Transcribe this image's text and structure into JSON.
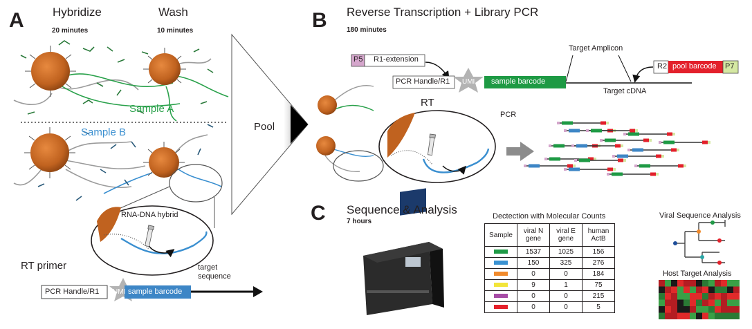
{
  "panels": {
    "a": "A",
    "b": "B",
    "c": "C"
  },
  "panel_a": {
    "hybridize_title": "Hybridize",
    "hybridize_time": "20 minutes",
    "wash_title": "Wash",
    "wash_time": "10 minutes",
    "sample_a": "Sample A",
    "sample_b": "Sample B",
    "hybrid_label": "RNA-DNA hybrid",
    "rt_primer_title": "RT primer",
    "primer": {
      "handle": "PCR Handle/R1",
      "umi": "UMI",
      "barcode": "sample barcode",
      "target": "target sequence"
    }
  },
  "pool_label": "Pool",
  "panel_b": {
    "title": "Reverse Transcription + Library PCR",
    "time": "180 minutes",
    "p5": "P5",
    "r1_extension": "R1-extension",
    "handle": "PCR Handle/R1",
    "umi": "UMI",
    "barcode": "sample barcode",
    "target_amplicon": "Target Amplicon",
    "r2": "R2",
    "pool_barcode": "pool barcode",
    "p7": "P7",
    "target_cdna": "Target cDNA",
    "rt_label": "RT",
    "pcr_label": "PCR"
  },
  "panel_c": {
    "title": "Sequence & Analysis",
    "time": "7 hours",
    "table_title": "Dectection with Molecular Counts",
    "columns": [
      "Sample",
      "viral N gene",
      "viral E gene",
      "human ActB"
    ],
    "rows": [
      {
        "color": "#1f9a46",
        "values": [
          "1537",
          "1025",
          "156"
        ]
      },
      {
        "color": "#3a92d2",
        "values": [
          "150",
          "325",
          "276"
        ]
      },
      {
        "color": "#f08a2c",
        "values": [
          "0",
          "0",
          "184"
        ]
      },
      {
        "color": "#f2e53a",
        "values": [
          "9",
          "1",
          "75"
        ]
      },
      {
        "color": "#a64ca6",
        "values": [
          "0",
          "0",
          "215"
        ]
      },
      {
        "color": "#e5212b",
        "values": [
          "0",
          "0",
          "5"
        ]
      }
    ],
    "viral_title": "Viral Sequence Analysis",
    "host_title": "Host Target Analysis"
  },
  "colors": {
    "bead": "#c0621f",
    "green_strand": "#2aa14b",
    "blue_strand": "#3a8fd0",
    "barcode_green": "#1e9a44",
    "barcode_blue": "#3d86c6",
    "pool_red": "#e3202b",
    "p5_pink": "#d5a6cc",
    "p7_green": "#d5e8a3",
    "umi_gray": "#b3b3b3",
    "heatmap_red": "#d9232a",
    "heatmap_green": "#3aa046"
  }
}
